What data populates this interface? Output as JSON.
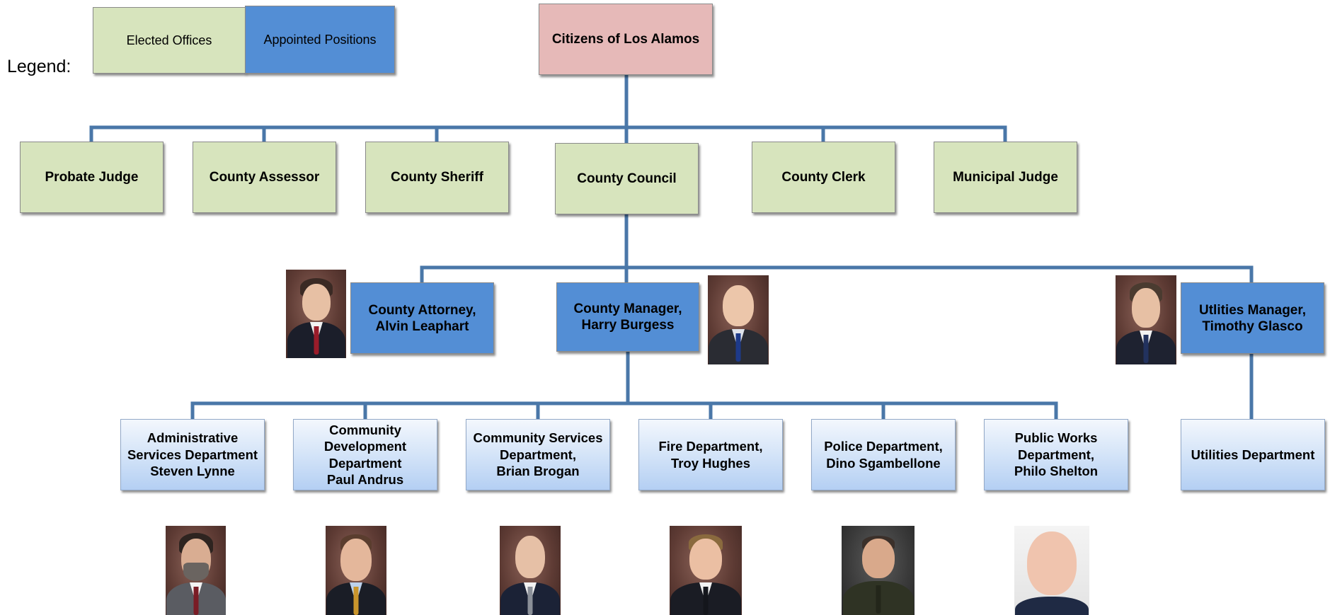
{
  "legend": {
    "label": "Legend:",
    "elected": "Elected Offices",
    "appointed": "Appointed Positions"
  },
  "root": "Citizens of Los Alamos",
  "elected": [
    "Probate Judge",
    "County Assessor",
    "County Sheriff",
    "County Council",
    "County Clerk",
    "Municipal Judge"
  ],
  "appointed": {
    "attorney": [
      "County Attorney,",
      "Alvin Leaphart"
    ],
    "manager": [
      "County Manager,",
      "Harry Burgess"
    ],
    "utilities_manager": [
      "Utlities Manager,",
      "Timothy Glasco"
    ]
  },
  "departments": {
    "admin": [
      "Administrative",
      "Services Department",
      "Steven Lynne"
    ],
    "community_dev": [
      "Community",
      "Development",
      "Department",
      "Paul Andrus"
    ],
    "community_services": [
      "Community Services",
      "Department,",
      "Brian Brogan"
    ],
    "fire": [
      "Fire Department,",
      "Troy Hughes"
    ],
    "police": [
      "Police Department,",
      "Dino Sgambellone"
    ],
    "public_works": [
      "Public Works",
      "Department,",
      "Philo Shelton"
    ],
    "utilities": [
      "Utilities Department"
    ]
  },
  "colors": {
    "elected": "#d7e4bd",
    "appointed": "#538ed5",
    "citizens": "#e6b9b8",
    "connector": "#4a77a8"
  }
}
